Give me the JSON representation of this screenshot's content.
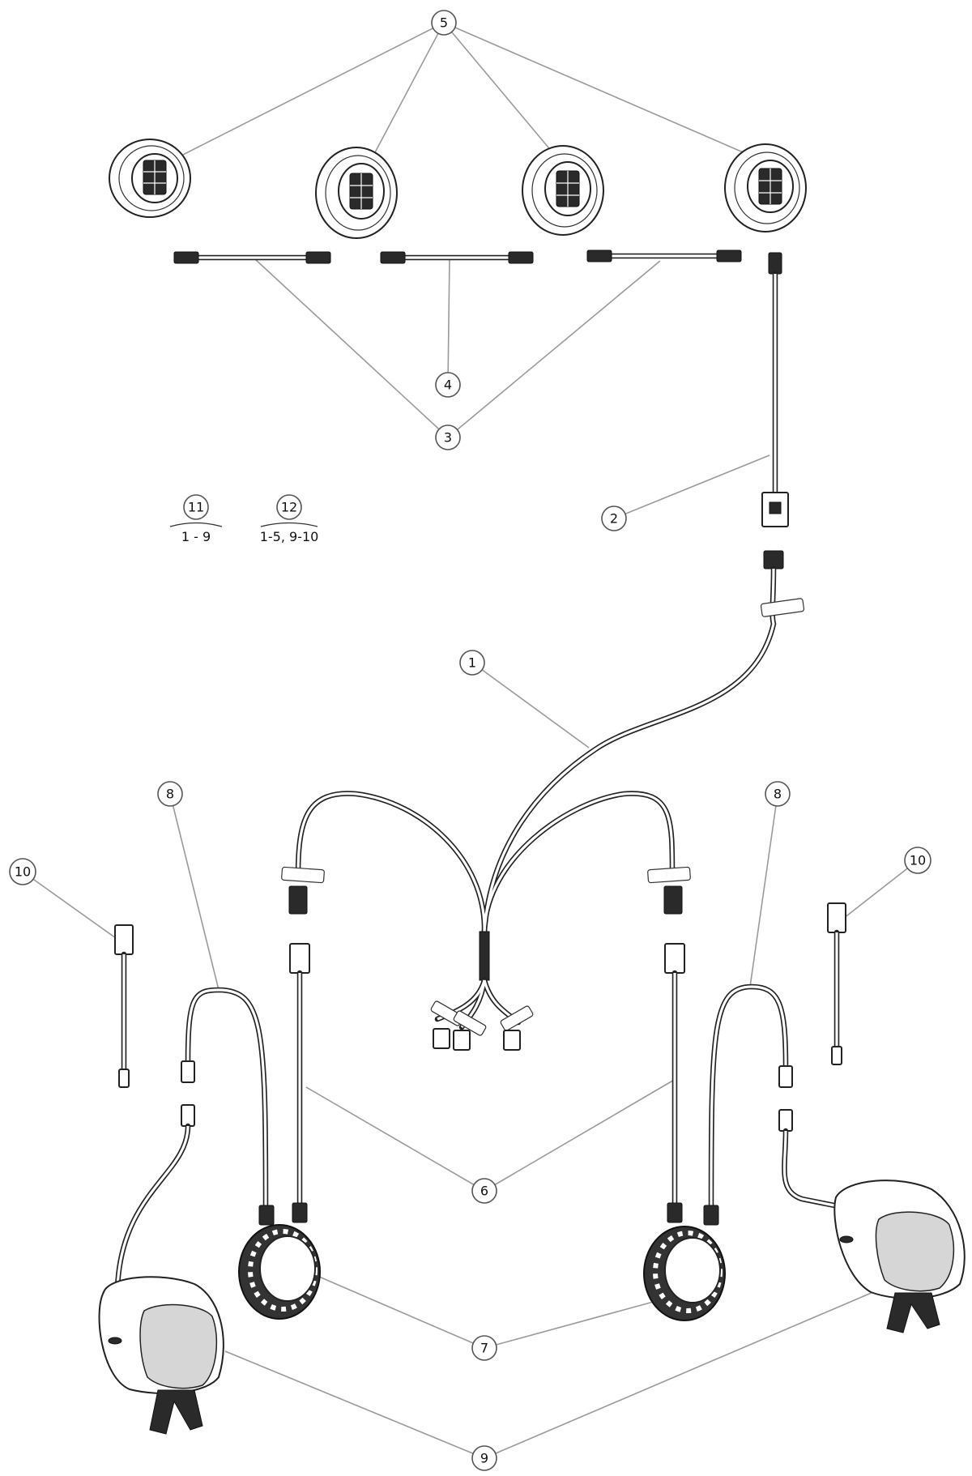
{
  "callouts": {
    "c1": "1",
    "c2": "2",
    "c3": "3",
    "c4": "4",
    "c5": "5",
    "c6": "6",
    "c7": "7",
    "c8a": "8",
    "c8b": "8",
    "c9": "9",
    "c10a": "10",
    "c10b": "10",
    "c11": "11",
    "c12": "12"
  },
  "kits": [
    {
      "number": "11",
      "includes": "1 - 9"
    },
    {
      "number": "12",
      "includes": "1-5, 9-10"
    }
  ],
  "colors": {
    "line": "#9a9a9a",
    "ink": "#222222",
    "background": "#ffffff"
  }
}
